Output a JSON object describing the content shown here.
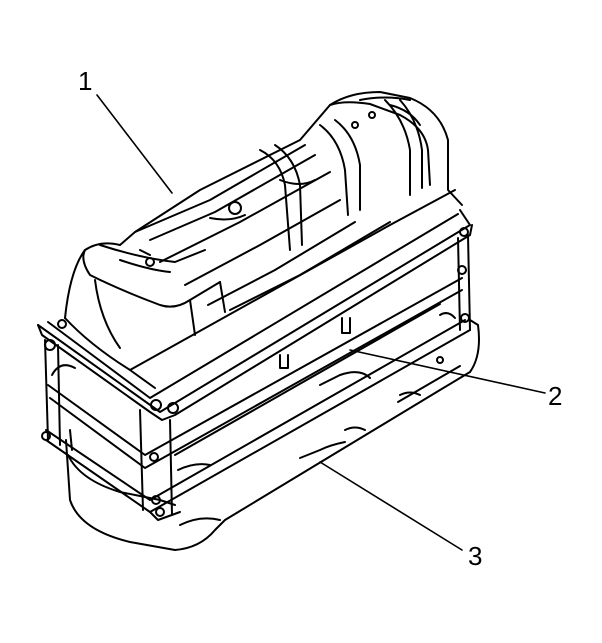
{
  "diagram": {
    "callouts": [
      {
        "label": "1"
      },
      {
        "label": "2"
      },
      {
        "label": "3"
      }
    ],
    "colors": {
      "line": "#000000",
      "fill": "#ffffff"
    }
  }
}
